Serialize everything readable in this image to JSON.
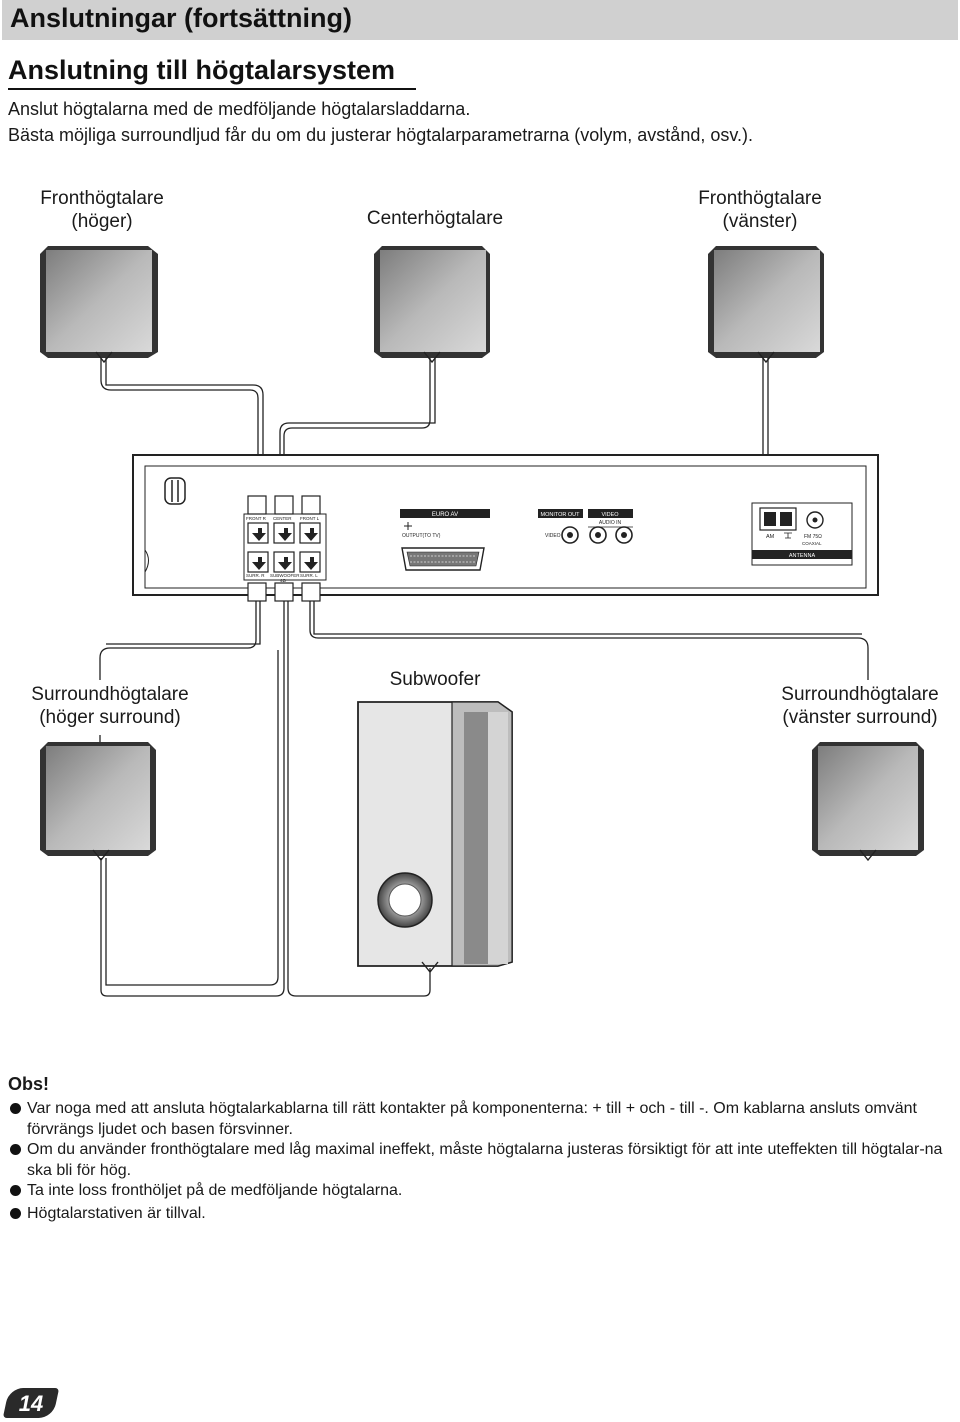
{
  "header": {
    "title": "Anslutningar (fortsättning)"
  },
  "section": {
    "title": "Anslutning till högtalarsystem",
    "intro": [
      "Anslut högtalarna med de medföljande högtalarsladdarna.",
      "Bästa möjliga surroundljud får du om du justerar högtalarparametrarna (volym, avstånd, osv.)."
    ]
  },
  "diagram": {
    "front_right": [
      "Fronthögtalare",
      "(höger)"
    ],
    "center": "Centerhögtalare",
    "front_left": [
      "Fronthögtalare",
      "(vänster)"
    ],
    "surround_right": [
      "Surroundhögtalare",
      "(höger surround)"
    ],
    "subwoofer": "Subwoofer",
    "surround_left": [
      "Surroundhögtalare",
      "(vänster surround)"
    ],
    "panel": {
      "speaker_top_labels": [
        "FRONT R",
        "CENTER",
        "FRONT L"
      ],
      "speaker_bottom_labels": [
        "SURR. R",
        "SUBWOOFER",
        "SURR. L"
      ],
      "speaker_imp": "4Ω",
      "euro_av": "EURO AV",
      "output_tv": "OUTPUT(TO TV)",
      "monitor_out": "MONITOR OUT",
      "video_header": "VIDEO",
      "audio_in": "AUDIO IN",
      "video_jack": "VIDEO",
      "am": "AM",
      "fm": "FM 75Ω",
      "coaxial": "COAXIAL",
      "antenna": "ANTENNA"
    }
  },
  "note": {
    "title": "Obs!",
    "bullets": [
      "Var noga med att ansluta högtalarkablarna till rätt kontakter på komponenterna: + till + och - till -. Om kablarna ansluts omvänt förvrängs ljudet och basen försvinner.",
      "Om du använder fronthögtalare med låg maximal ineffekt, måste högtalarna justeras försiktigt för att inte uteffekten till högtalar-na ska bli för hög.",
      "Ta inte loss fronthöljet på de medföljande högtalarna.",
      "Högtalarstativen är tillval."
    ]
  },
  "page_number": "14"
}
